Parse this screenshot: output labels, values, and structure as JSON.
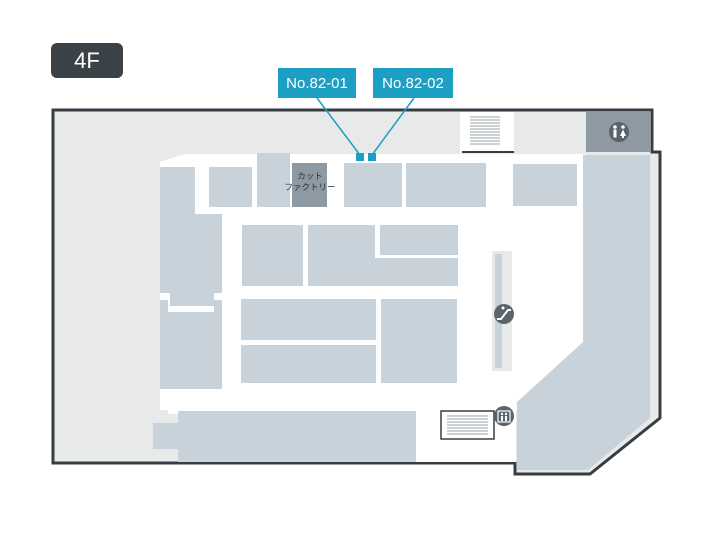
{
  "floor": {
    "label": "4F"
  },
  "callouts": [
    {
      "label": "No.82-01"
    },
    {
      "label": "No.82-02"
    }
  ],
  "shops": [
    {
      "name_line1": "カット",
      "name_line2": "ファクトリー"
    }
  ],
  "icons": {
    "restroom": "restroom-icon",
    "escalator": "escalator-icon",
    "elevator": "elevator-icon"
  },
  "colors": {
    "outline": "#363e44",
    "floor": "#e8e9e9",
    "store": "#c8d2da",
    "highlight": "#8e9aa3",
    "marker": "#1d9fc3",
    "badge": "#3a4147",
    "icon_bg": "#5a646b"
  }
}
